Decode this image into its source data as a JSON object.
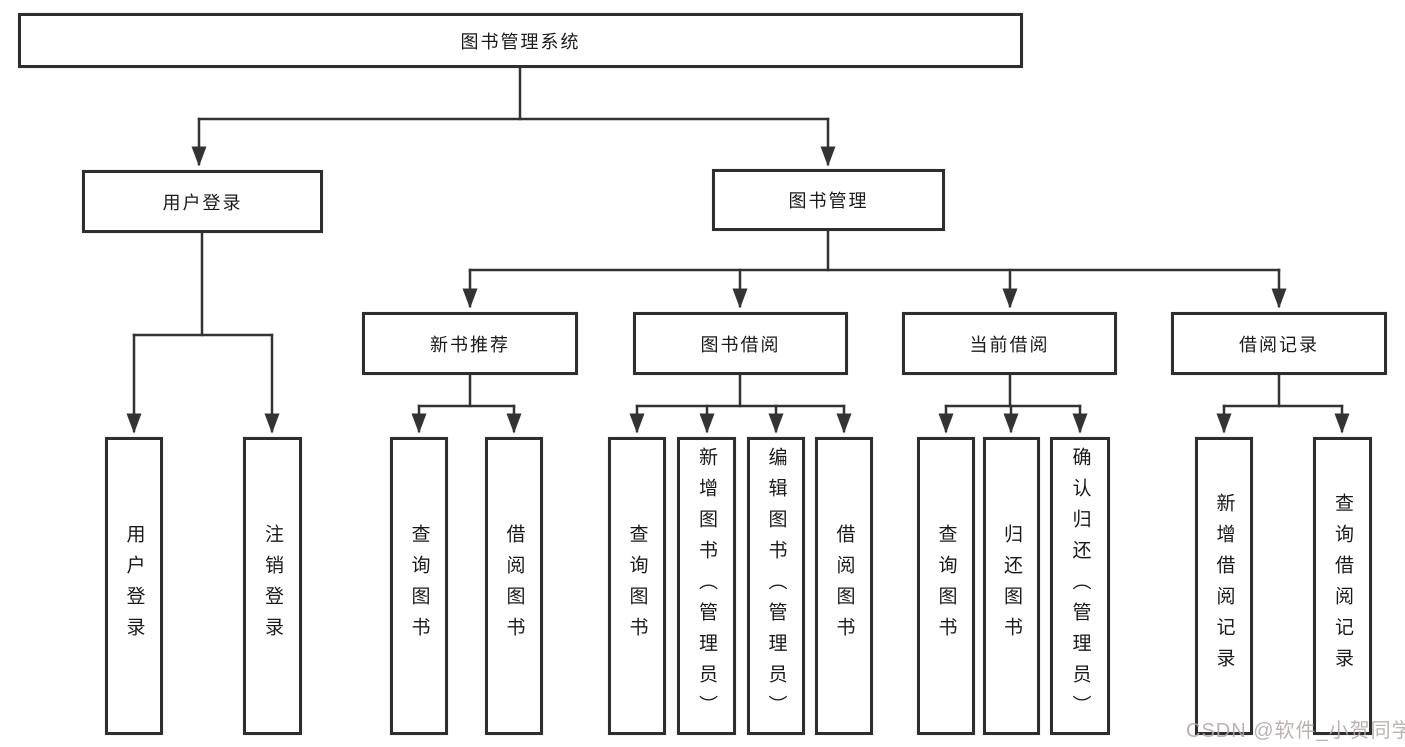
{
  "tree": {
    "label": "图书管理系统",
    "children": [
      {
        "label": "用户登录",
        "children": [
          {
            "label": "用户登录"
          },
          {
            "label": "注销登录"
          }
        ]
      },
      {
        "label": "图书管理",
        "children": [
          {
            "label": "新书推荐",
            "children": [
              {
                "label": "查询图书"
              },
              {
                "label": "借阅图书"
              }
            ]
          },
          {
            "label": "图书借阅",
            "children": [
              {
                "label": "查询图书"
              },
              {
                "label": "新增图书（管理员）"
              },
              {
                "label": "编辑图书（管理员）"
              },
              {
                "label": "借阅图书"
              }
            ]
          },
          {
            "label": "当前借阅",
            "children": [
              {
                "label": "查询图书"
              },
              {
                "label": "归还图书"
              },
              {
                "label": "确认归还（管理员）"
              }
            ]
          },
          {
            "label": "借阅记录",
            "children": [
              {
                "label": "新增借阅记录"
              },
              {
                "label": "查询借阅记录"
              }
            ]
          }
        ]
      }
    ]
  },
  "watermark": {
    "text": "CSDN @软件_小贺同学"
  },
  "colors": {
    "background": "#ffffff",
    "line": "#333333",
    "box_border": "#2e2e2e",
    "text": "#1a1a1a",
    "watermark": "#b3a8a8"
  }
}
